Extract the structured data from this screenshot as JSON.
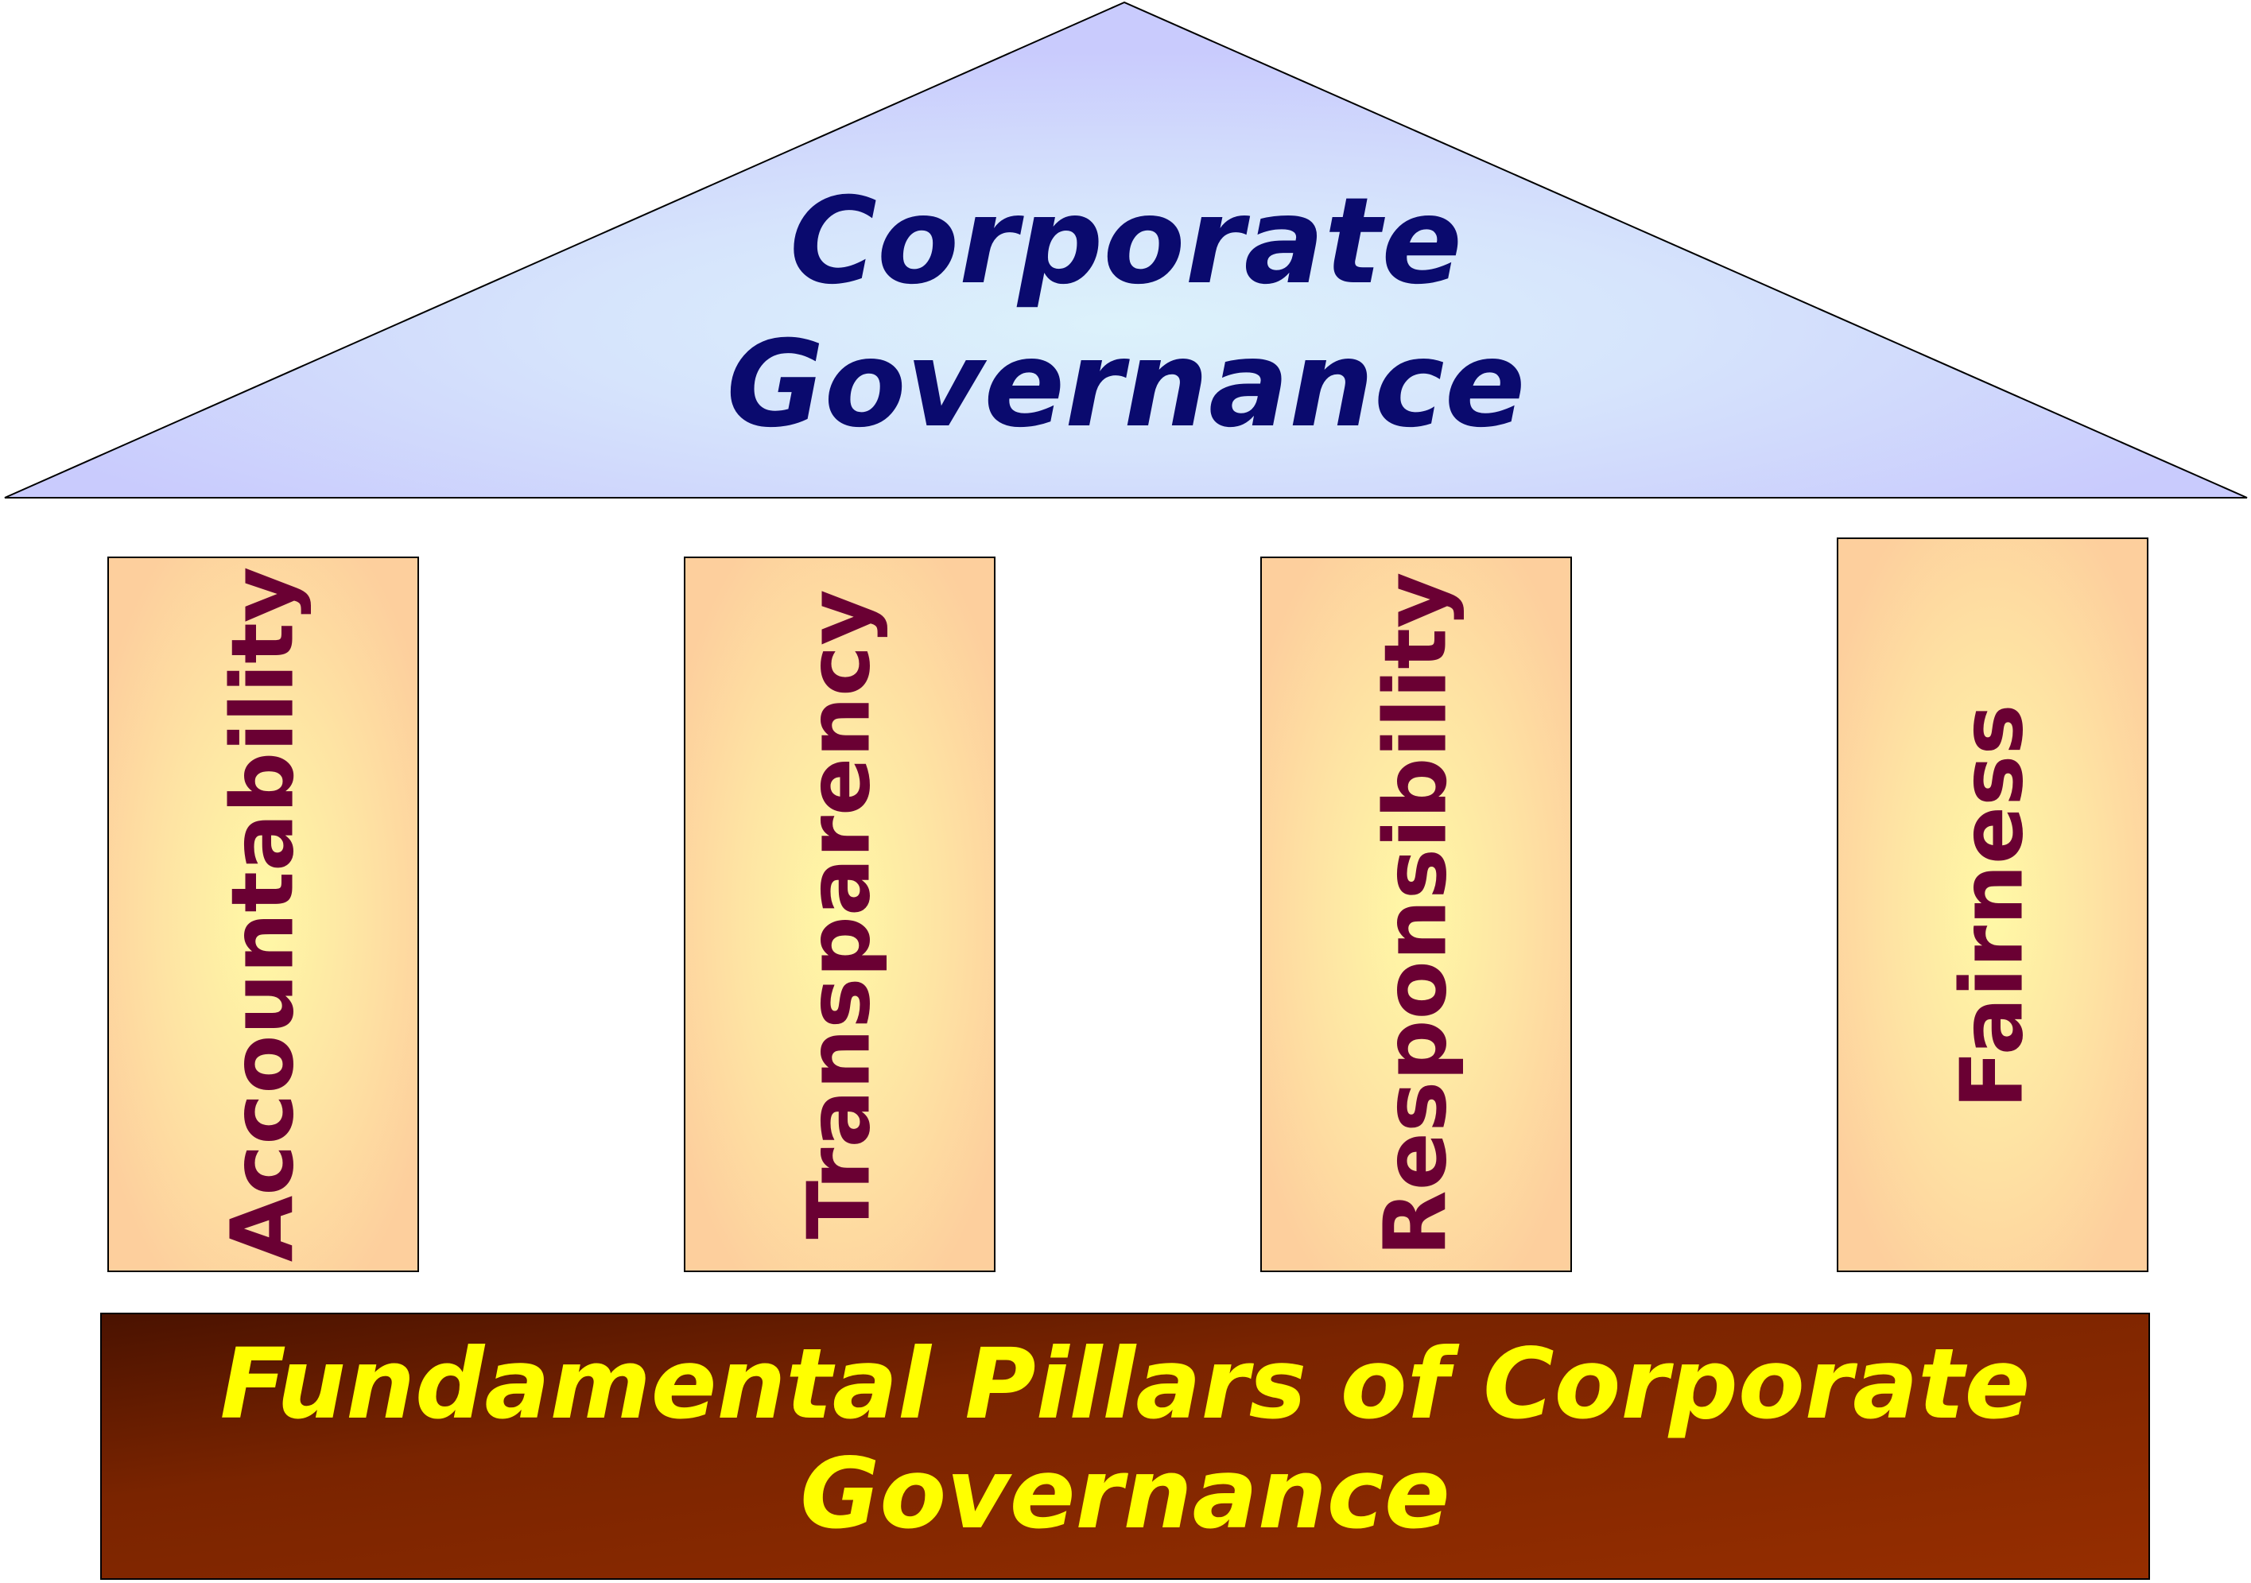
{
  "roof": {
    "title_line1": "Corporate",
    "title_line2": "Governance"
  },
  "pillars": [
    {
      "label": "Accountability"
    },
    {
      "label": "Transparency"
    },
    {
      "label": "Responsibility"
    },
    {
      "label": "Fairness"
    }
  ],
  "base": {
    "title_line1": "Fundamental Pillars of Corporate",
    "title_line2": "Governance"
  },
  "colors": {
    "roof_fill": "#cdd0ff",
    "roof_glow": "#dcf2fb",
    "roof_text": "#0a0a6e",
    "pillar_fill": "#fdd1a0",
    "pillar_glow": "#fff7a3",
    "pillar_text": "#6a0033",
    "base_dark": "#4d1200",
    "base_mid": "#8a2800",
    "base_text": "#ffff00"
  }
}
